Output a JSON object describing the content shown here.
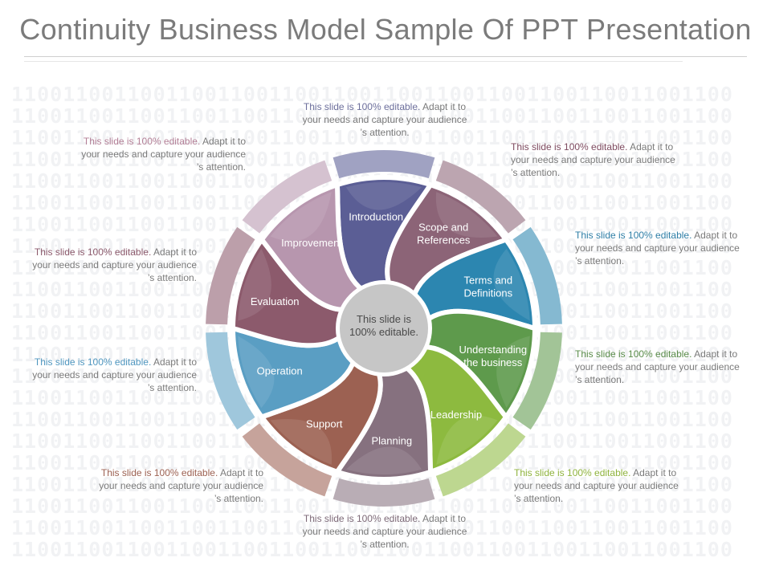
{
  "title": "Continuity Business Model Sample Of PPT Presentation",
  "center_text": [
    "This slide is",
    "100% editable."
  ],
  "segments": [
    {
      "label": [
        "Introduction"
      ],
      "color": "#5b5e95"
    },
    {
      "label": [
        "Scope and",
        "References"
      ],
      "color": "#8c6477"
    },
    {
      "label": [
        "Terms and",
        "Definitions"
      ],
      "color": "#2c86b0"
    },
    {
      "label": [
        "Understanding",
        "the business"
      ],
      "color": "#5e9a4c"
    },
    {
      "label": [
        "Leadership"
      ],
      "color": "#8dba3f"
    },
    {
      "label": [
        "Planning"
      ],
      "color": "#86717f"
    },
    {
      "label": [
        "Support"
      ],
      "color": "#9c6152"
    },
    {
      "label": [
        "Operation"
      ],
      "color": "#5a9ec3"
    },
    {
      "label": [
        "Evaluation"
      ],
      "color": "#8c5a6c"
    },
    {
      "label": [
        "Improvement"
      ],
      "color": "#b796ae"
    }
  ],
  "notes": [
    {
      "highlight": "This slide is 100% editable.",
      "rest": " Adapt it to your needs and capture your audience ’s attention.",
      "color": "#6d6f9c"
    },
    {
      "highlight": "This slide is 100% editable.",
      "rest": " Adapt it to your needs and capture your audience ’s attention.",
      "color": "#7d4a5f"
    },
    {
      "highlight": "This slide is 100% editable.",
      "rest": " Adapt it to your needs and capture your audience ’s attention.",
      "color": "#2e7ea6"
    },
    {
      "highlight": "This slide is 100% editable.",
      "rest": " Adapt it to your needs and capture your audience ’s attention.",
      "color": "#5a8c4a"
    },
    {
      "highlight": "This slide is 100% editable.",
      "rest": " Adapt it to your needs and capture your audience ’s attention.",
      "color": "#8fb33d"
    },
    {
      "highlight": "This slide is 100% editable.",
      "rest": " Adapt it to your needs and capture your audience ’s attention.",
      "color": "#7e6a78"
    },
    {
      "highlight": "This slide is 100% editable.",
      "rest": " Adapt it to your needs and capture your audience ’s attention.",
      "color": "#9c6152"
    },
    {
      "highlight": "This slide is 100% editable.",
      "rest": " Adapt it to your needs and capture your audience ’s attention.",
      "color": "#4f96bf"
    },
    {
      "highlight": "This slide is 100% editable.",
      "rest": " Adapt it to your needs and capture your audience ’s attention.",
      "color": "#8c5a6c"
    },
    {
      "highlight": "This slide is 100% editable.",
      "rest": " Adapt it to your needs and capture your audience ’s attention.",
      "color": "#b37f96"
    }
  ],
  "background_pattern": "11001100110011001100110011001100110011001100110011001100"
}
